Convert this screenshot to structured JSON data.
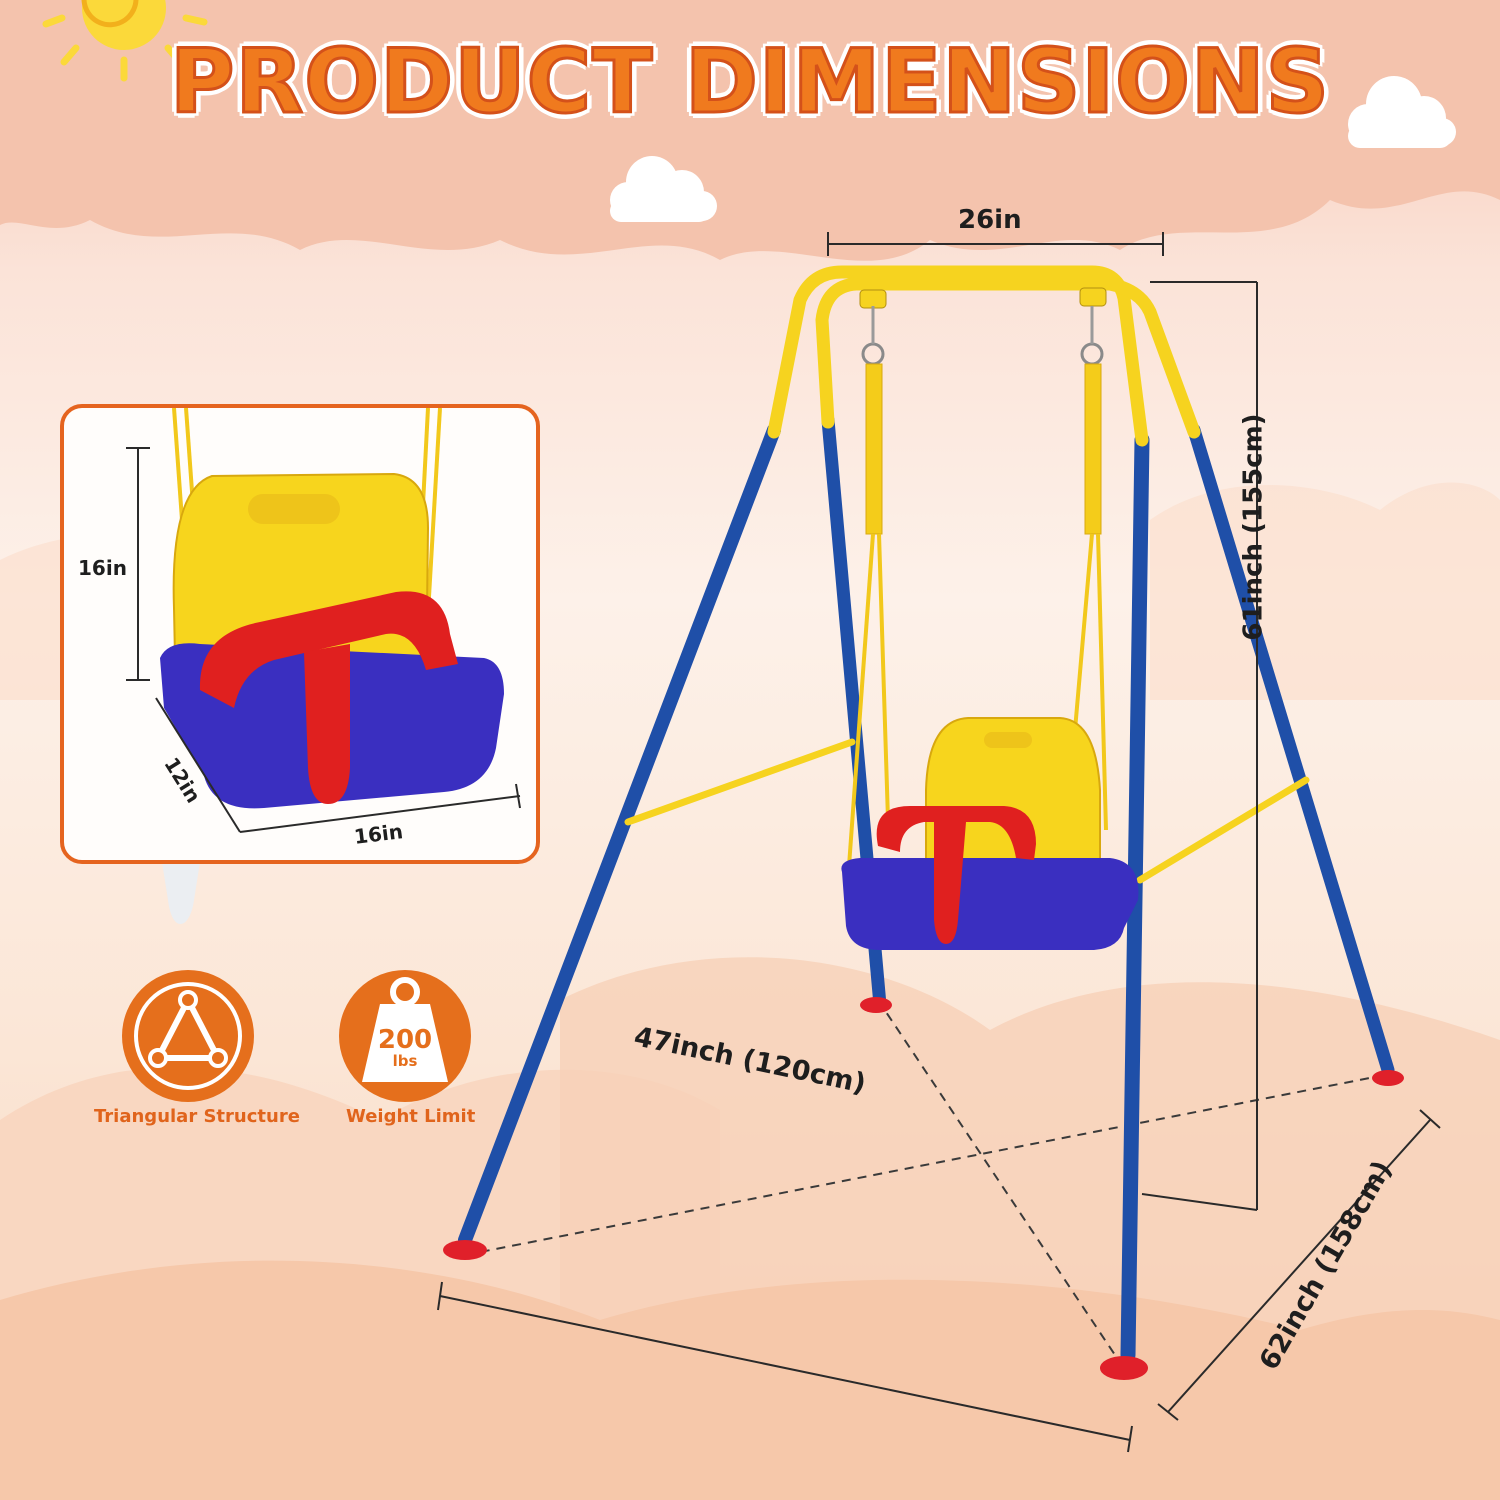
{
  "title": "PRODUCT DIMENSIONS",
  "frame_dimensions": {
    "top_width": "26in",
    "height": "61inch (155cm)",
    "base_width": "47inch (120cm)",
    "base_depth": "62inch (158cm)"
  },
  "seat_dimensions": {
    "height": "16in",
    "depth": "12in",
    "width": "16in"
  },
  "features": [
    {
      "label": "Triangular Structure",
      "icon": "triangle-structure-icon"
    },
    {
      "label": "Weight Limit",
      "icon": "weight-icon",
      "weight_value": "200",
      "weight_unit": "lbs"
    }
  ],
  "colors": {
    "accent": "#e5641f",
    "frame_top": "#f6d31f",
    "frame_legs": "#1f4fa8",
    "seat_back": "#f7d51d",
    "seat_bar": "#e0201f",
    "seat_base": "#3a2fc0",
    "feet": "#e0202a"
  }
}
